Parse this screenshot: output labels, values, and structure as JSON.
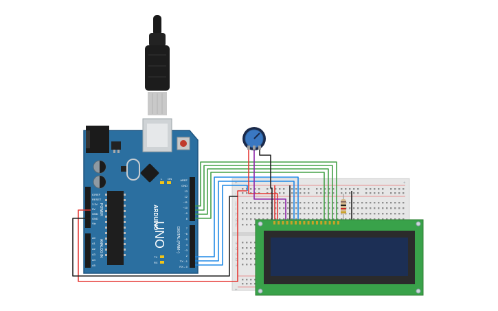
{
  "board": {
    "brand": "ARDUINO",
    "model": "UNO",
    "power_title": "POWER",
    "analog_title": "ANALOG IN",
    "digital_title": "DIGITAL (PWM~)",
    "power_pins": [
      "IOREF",
      "RESET",
      "3.3V",
      "5V",
      "GND",
      "GND",
      "Vin"
    ],
    "analog_pins": [
      "A0",
      "A1",
      "A2",
      "A3",
      "A4",
      "A5"
    ],
    "digital_pins_top": [
      "AREF",
      "GND",
      "13",
      "12",
      "~11",
      "~10",
      "~9",
      "8"
    ],
    "digital_pins_bottom": [
      "7",
      "~6",
      "~5",
      "4",
      "~3",
      "2",
      "TX→1",
      "RX←0"
    ],
    "led_labels": [
      "L",
      "TX",
      "RX",
      "ON"
    ]
  },
  "breadboard": {
    "row_letters_top": [
      "j",
      "i",
      "h",
      "g",
      "f"
    ],
    "row_letters_bottom": [
      "e",
      "d",
      "c",
      "b",
      "a"
    ],
    "rail_plus": "+",
    "rail_minus": "-"
  },
  "lcd": {
    "pin_count": 16
  },
  "wire_colors": {
    "red": "#e53935",
    "black": "#212121",
    "green": "#43a047",
    "blue": "#1e88e5",
    "purple": "#8e24aa"
  },
  "parts": {
    "usb_cable": "usb-b-cable",
    "potentiometer": "potentiometer",
    "resistor": "resistor",
    "lcd": "lcd-16x2"
  }
}
